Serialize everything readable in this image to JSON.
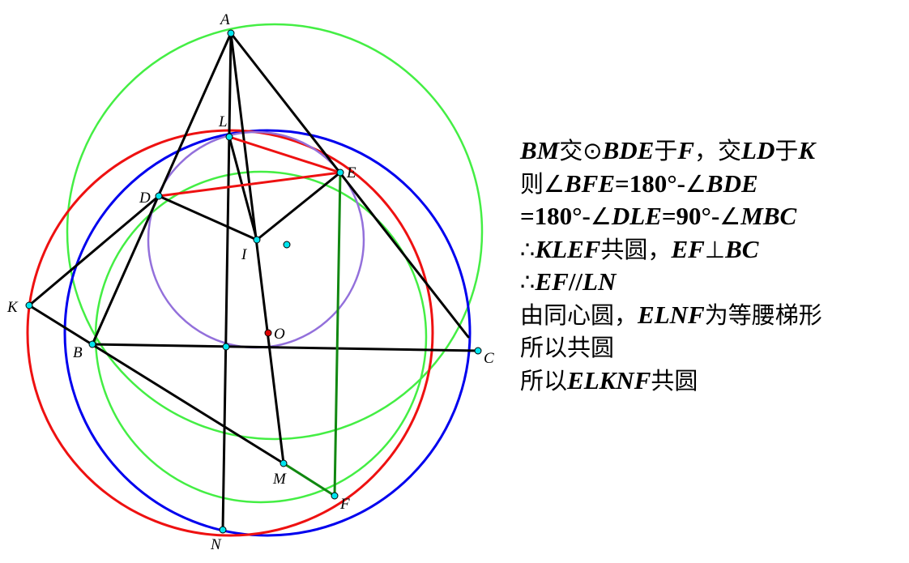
{
  "points": {
    "A": {
      "label": "A"
    },
    "B": {
      "label": "B"
    },
    "C": {
      "label": "C"
    },
    "D": {
      "label": "D"
    },
    "E": {
      "label": "E"
    },
    "F": {
      "label": "F"
    },
    "I": {
      "label": "I"
    },
    "K": {
      "label": "K"
    },
    "L": {
      "label": "L"
    },
    "M": {
      "label": "M"
    },
    "N": {
      "label": "N"
    },
    "O": {
      "label": "O"
    }
  },
  "colors": {
    "segment": "#000000",
    "red_circle": "#ee1111",
    "blue_circle": "#0000ee",
    "green_circle": "#44ee44",
    "incircle": "#9370db",
    "chord_red": "#ee1111",
    "chord_green": "#118811",
    "point_fill": "#00e5ee",
    "center_point": "#dd0000"
  },
  "proof": {
    "line1": [
      {
        "k": "m",
        "s": "BM"
      },
      {
        "k": "t",
        "s": "交⊙"
      },
      {
        "k": "m",
        "s": "BDE"
      },
      {
        "k": "t",
        "s": "于"
      },
      {
        "k": "m",
        "s": "F"
      },
      {
        "k": "t",
        "s": "，交"
      },
      {
        "k": "m",
        "s": "LD"
      },
      {
        "k": "t",
        "s": "于"
      },
      {
        "k": "m",
        "s": "K"
      }
    ],
    "line2": [
      {
        "k": "t",
        "s": "则∠"
      },
      {
        "k": "m",
        "s": "BFE"
      },
      {
        "k": "n",
        "s": "=180°-"
      },
      {
        "k": "t",
        "s": "∠"
      },
      {
        "k": "m",
        "s": "BDE"
      }
    ],
    "line3": [
      {
        "k": "n",
        "s": "=180°-"
      },
      {
        "k": "t",
        "s": "∠"
      },
      {
        "k": "m",
        "s": "DLE"
      },
      {
        "k": "n",
        "s": "=90°-"
      },
      {
        "k": "t",
        "s": "∠"
      },
      {
        "k": "m",
        "s": "MBC"
      }
    ],
    "line4": [
      {
        "k": "t",
        "s": "∴"
      },
      {
        "k": "m",
        "s": "KLEF"
      },
      {
        "k": "t",
        "s": "共圆，"
      },
      {
        "k": "m",
        "s": "EF"
      },
      {
        "k": "t",
        "s": "⊥"
      },
      {
        "k": "m",
        "s": "BC"
      }
    ],
    "line5": [
      {
        "k": "t",
        "s": "∴"
      },
      {
        "k": "m",
        "s": "EF"
      },
      {
        "k": "n",
        "s": "//"
      },
      {
        "k": "m",
        "s": "LN"
      }
    ],
    "line6": [
      {
        "k": "t",
        "s": "由同心圆，"
      },
      {
        "k": "m",
        "s": "ELNF"
      },
      {
        "k": "t",
        "s": "为等腰梯形"
      }
    ],
    "line7": [
      {
        "k": "t",
        "s": "所以共圆"
      }
    ],
    "line8": [
      {
        "k": "t",
        "s": "所以"
      },
      {
        "k": "m",
        "s": "ELKNF"
      },
      {
        "k": "t",
        "s": "共圆"
      }
    ]
  }
}
